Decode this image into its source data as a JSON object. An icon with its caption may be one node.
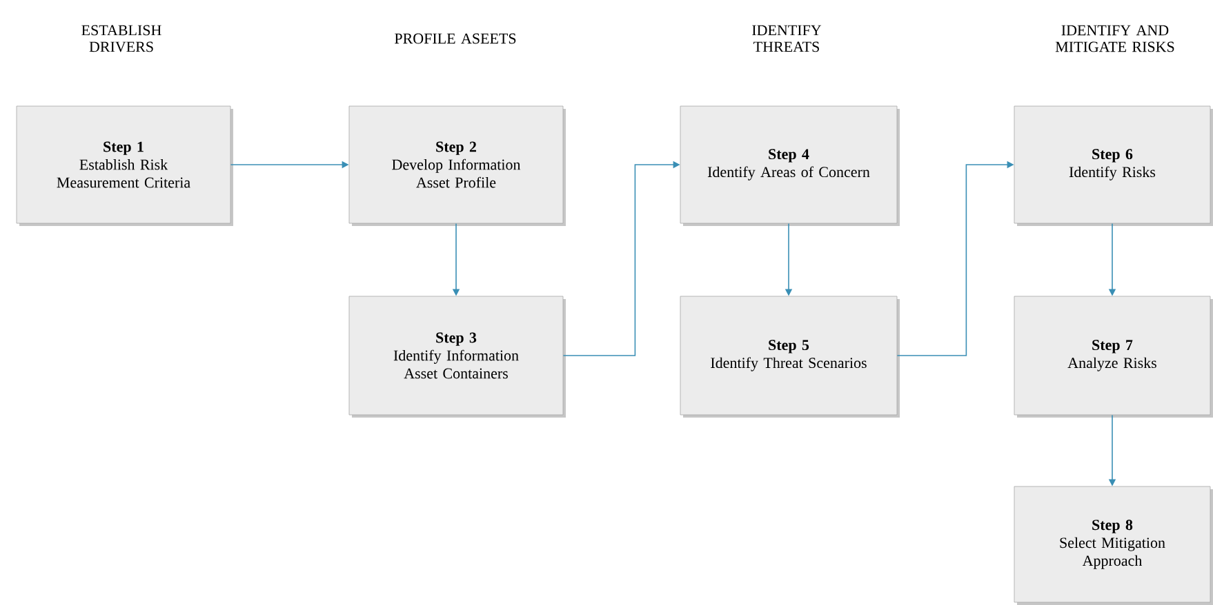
{
  "diagram": {
    "nodes": [
      {
        "text": [
          "Step 1",
          "Establish Risk Measurement Criteria"
        ]
      },
      {
        "text": [
          "Step 2",
          "Develop Information Asset Profile"
        ]
      },
      {
        "text": [
          "Step 3",
          "Identify Information Asset Containers"
        ]
      },
      {
        "text": [
          "Step 4",
          "Identify Areas of Concern"
        ]
      },
      {
        "text": [
          "Step 5",
          "Identify Threat Scenarios"
        ]
      },
      {
        "text": [
          "Step 6",
          "Identify Risks"
        ]
      },
      {
        "text": [
          "Step 7",
          "Analyze Risks"
        ]
      },
      {
        "text": [
          "Step 8",
          "Select Mitigation Approach"
        ]
      }
    ],
    "edges": [
      {
        "from": 0,
        "to": 1,
        "arrow": "to"
      },
      {
        "from": 1,
        "to": 2,
        "arrow": "to"
      },
      {
        "from": 2,
        "to": 3,
        "arrow": "to"
      },
      {
        "from": 3,
        "to": 4,
        "arrow": "to"
      },
      {
        "from": 4,
        "to": 5,
        "arrow": "to"
      },
      {
        "from": 5,
        "to": 6,
        "arrow": "to"
      },
      {
        "from": 6,
        "to": 7,
        "arrow": "to"
      }
    ],
    "labels": [
      "ESTABLISH DRIVERS",
      "PROFILE ASEETS",
      "IDENTIFY THREATS",
      "IDENTIFY AND MITIGATE RISKS"
    ]
  }
}
